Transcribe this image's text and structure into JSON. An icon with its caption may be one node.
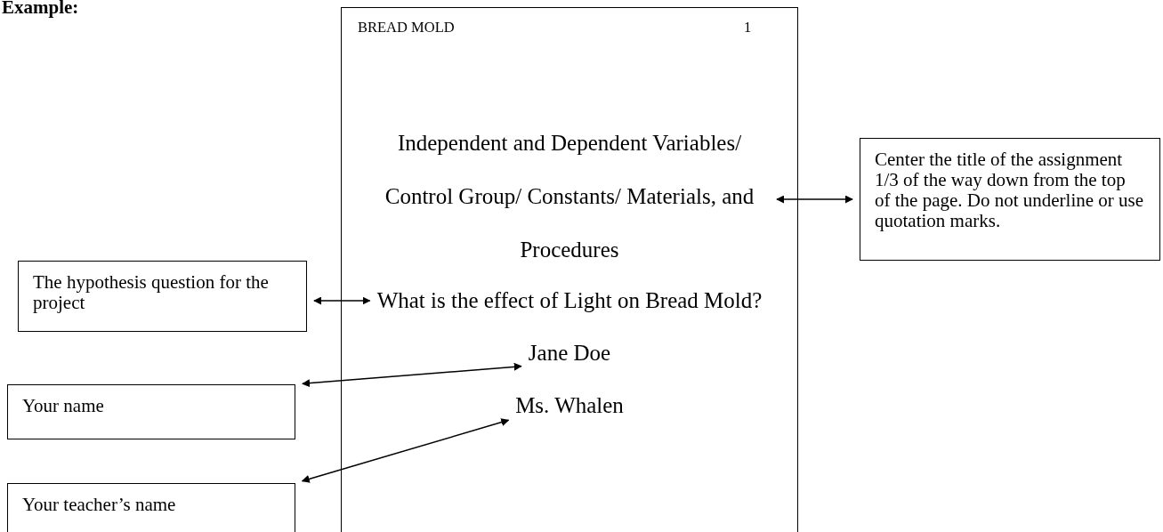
{
  "diagram": {
    "nodes": [
      {
        "text": [
          "BREAD MOLD",
          "1"
        ]
      },
      {
        "text": [
          "Independent and Dependent Variables/ Control Group/ Constants/ Materials, and Procedures"
        ],
        "in": 0
      },
      {
        "text": [
          "What is the effect of Light on Bread Mold?"
        ],
        "in": 0
      },
      {
        "text": [
          "Jane Doe"
        ],
        "in": 0
      },
      {
        "text": [
          "Ms. Whalen"
        ],
        "in": 0
      },
      {
        "text": [
          "Center the title of the assignment 1/3 of the way down from the top of the page. Do not underline or use quotation marks."
        ]
      },
      {
        "text": [
          "The hypothesis question for the project"
        ]
      },
      {
        "text": [
          "Your name"
        ]
      },
      {
        "text": [
          "Your teacher’s name"
        ]
      }
    ],
    "edges": [
      {
        "from": 1,
        "to": 5,
        "arrow": "both"
      },
      {
        "from": 6,
        "to": 2,
        "arrow": "both"
      },
      {
        "from": 7,
        "to": 3,
        "arrow": "both"
      },
      {
        "from": 8,
        "to": 4,
        "arrow": "both"
      }
    ],
    "labels": [
      "Example:"
    ]
  }
}
